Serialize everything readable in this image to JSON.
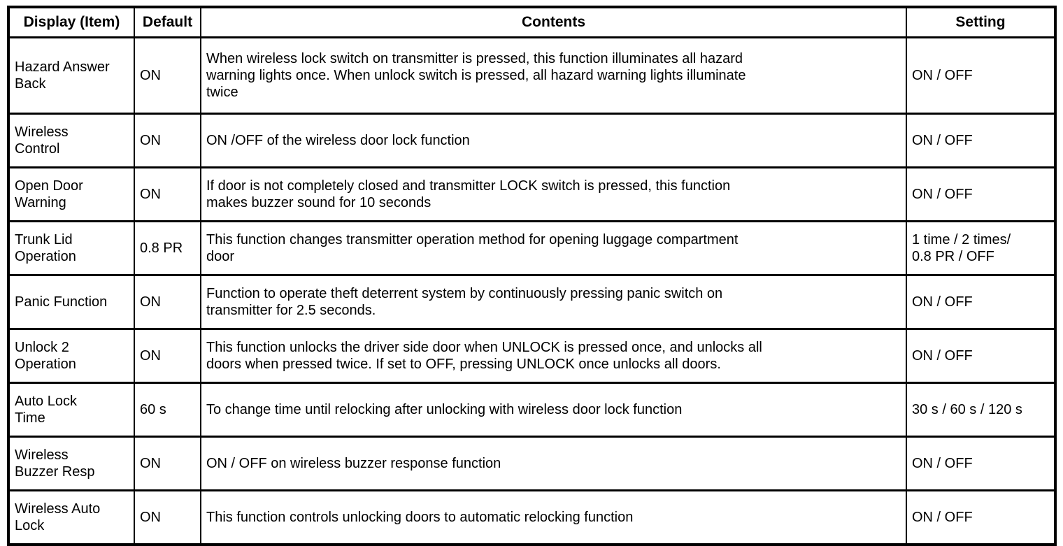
{
  "table": {
    "columns": [
      "Display (Item)",
      "Default",
      "Contents",
      "Setting"
    ],
    "rows": [
      {
        "item": "Hazard Answer\nBack",
        "default": "ON",
        "contents": "When wireless lock switch on transmitter is pressed, this function illuminates all hazard\nwarning lights once. When unlock switch is pressed, all hazard warning lights illuminate\ntwice",
        "setting": "ON / OFF"
      },
      {
        "item": "Wireless\nControl",
        "default": "ON",
        "contents": "ON /OFF of the wireless door lock function",
        "setting": "ON / OFF"
      },
      {
        "item": "Open Door\nWarning",
        "default": "ON",
        "contents": "If door is not completely closed and transmitter LOCK switch is pressed, this function\nmakes buzzer sound for 10 seconds",
        "setting": "ON / OFF"
      },
      {
        "item": "Trunk Lid\nOperation",
        "default": "0.8 PR",
        "contents": "This function changes transmitter operation method for opening luggage compartment\ndoor",
        "setting": "1 time / 2 times/\n0.8 PR / OFF"
      },
      {
        "item": "Panic Function",
        "default": "ON",
        "contents": "Function to operate theft deterrent system by continuously pressing panic switch on\ntransmitter for 2.5 seconds.",
        "setting": "ON / OFF"
      },
      {
        "item": "Unlock 2\nOperation",
        "default": "ON",
        "contents": "This function unlocks the driver side door when UNLOCK is pressed once, and unlocks all\ndoors when pressed twice. If set to OFF, pressing UNLOCK once unlocks all doors.",
        "setting": "ON / OFF"
      },
      {
        "item": "Auto Lock\nTime",
        "default": "60 s",
        "contents": "To change time until relocking after unlocking with wireless door lock function",
        "setting": "30 s / 60 s / 120 s"
      },
      {
        "item": "Wireless\nBuzzer Resp",
        "default": "ON",
        "contents": "ON / OFF on wireless buzzer response function",
        "setting": "ON / OFF"
      },
      {
        "item": "Wireless Auto\nLock",
        "default": "ON",
        "contents": "This function controls unlocking doors to automatic relocking function",
        "setting": "ON / OFF"
      }
    ]
  }
}
